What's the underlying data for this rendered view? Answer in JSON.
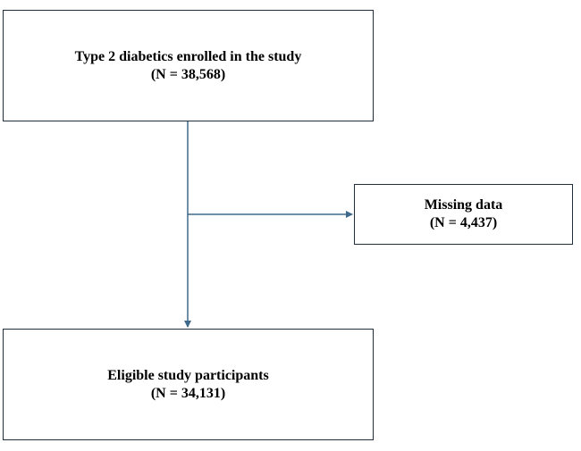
{
  "flowchart": {
    "enrolled": {
      "title": "Type 2 diabetics enrolled in the study",
      "count": "(N = 38,568)"
    },
    "missing": {
      "title": "Missing data",
      "count": "(N = 4,437)"
    },
    "eligible": {
      "title": "Eligible study participants",
      "count": "(N = 34,131)"
    }
  },
  "colors": {
    "connector": "#3d6a8a",
    "box_border": "#1f2d3d"
  }
}
